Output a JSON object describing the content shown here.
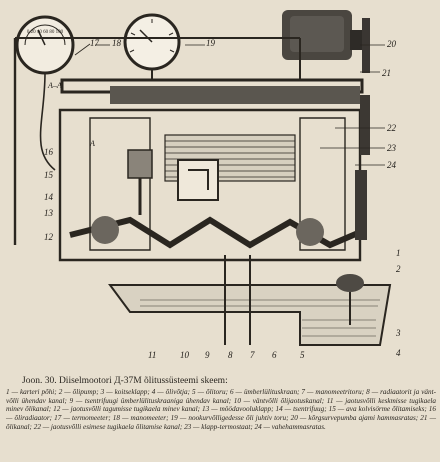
{
  "figure": {
    "callouts": [
      "1",
      "2",
      "3",
      "4",
      "5",
      "6",
      "7",
      "8",
      "9",
      "10",
      "11",
      "12",
      "13",
      "14",
      "15",
      "16",
      "17",
      "18",
      "19",
      "20",
      "21",
      "22",
      "23",
      "24"
    ],
    "section_label": "A–A",
    "arrow_label": "A",
    "gauge_scale": "0 20 40 60 80 100"
  },
  "caption": {
    "title": "Joon. 30. Diiselmootori Д-37M õlitussüsteemi skeem:",
    "legend": "1 — karteri põhi; 2 — õlipump; 3 — koitseklapp; 4 — õlivõtja; 5 — õlitoru; 6 — ümberlülituskraan; 7 — manomeetritoru; 8 — radiaatorit ja vänt­võlli ühendav kanal; 9 — tsentrifuugi ümberlülituskraaniga ühendav kanal; 10 — väntvõlli õlijaotuskanal; 11 — jaotusvõlli keskmisse tugikaela minev õlikanal; 12 — jaotusvõlli tagumisse tugikaela minev kanal; 13 — möödavooluklapp; 14 — tsentrifuug; 15 — ava kolvisörme õlitamiseks; 16 — õliradiaator; 17 — termomeeter; 18 — manomeeter; 19 — nookurvõlli­gedesse õli juhtiv toru; 20 — kõrgsurvepumba ajami hammasratas; 21 — õlikanal; 22 — jaotusvõlli esimese tugikaela õlitamise kanal; 23 — klapp-termostaat; 24 — vahehammasratas."
  }
}
